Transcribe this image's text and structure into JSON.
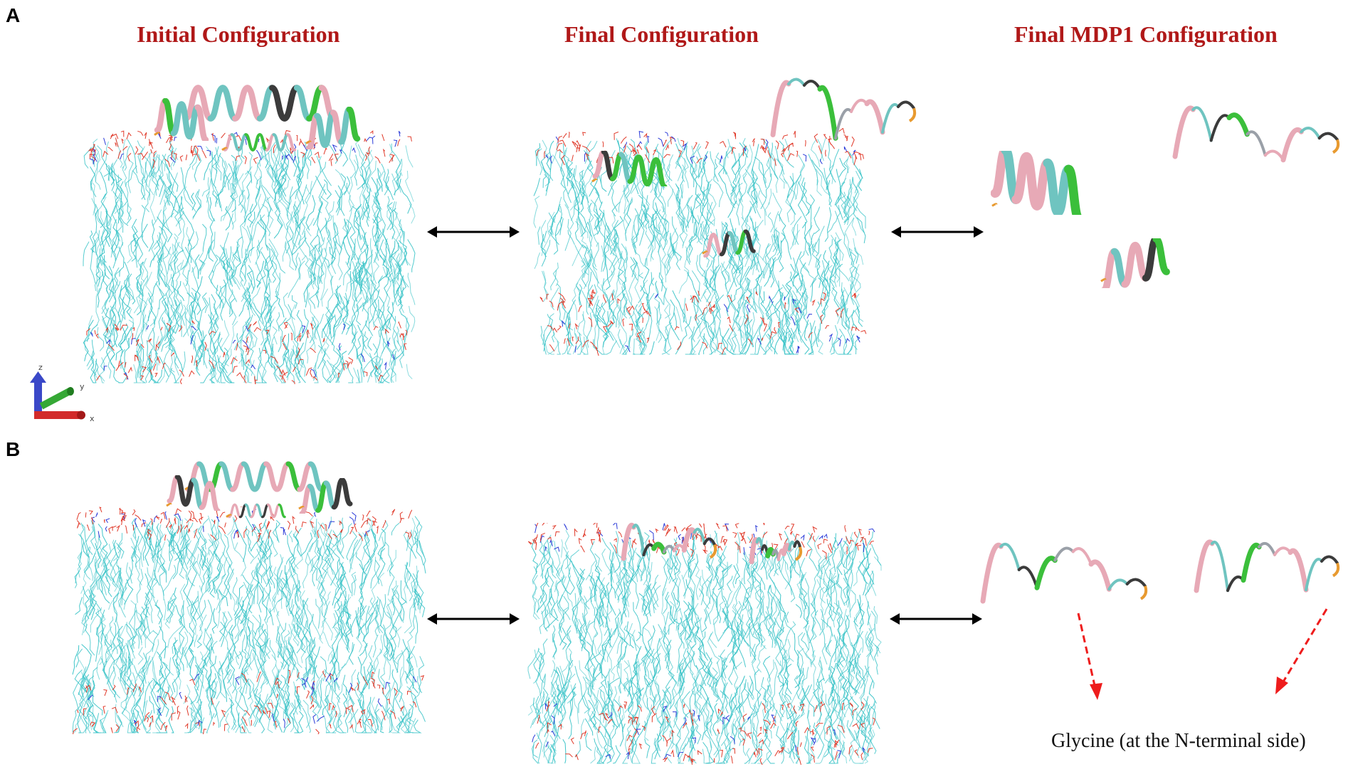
{
  "panels": {
    "a": {
      "letter": "A"
    },
    "b": {
      "letter": "B"
    }
  },
  "column_titles": {
    "initial": "Initial Configuration",
    "final": "Final Configuration",
    "final_mdp1": "Final MDP1 Configuration"
  },
  "axes": {
    "z": "z",
    "y": "y",
    "x": "x"
  },
  "annotation": "Glycine (at the N-terminal side)",
  "colors": {
    "title": "#b01818",
    "lipid_tail": "#3cc4c8",
    "lipid_head_oxygen": "#e03a2a",
    "lipid_head_nitrogen": "#2a3ad8",
    "helix_pink": "#e7a9b6",
    "helix_teal": "#6fc4c0",
    "helix_dark": "#3b3b3b",
    "helix_green": "#3bbf3b",
    "helix_orange": "#e89a30",
    "arrow_black": "#000000",
    "arrow_red_dashed": "#ee1c1c"
  }
}
